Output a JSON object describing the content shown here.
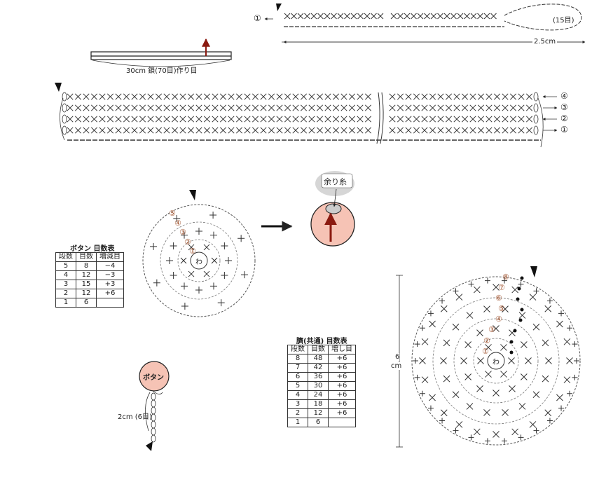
{
  "strip_diagram": {
    "row_label_1": "①",
    "chain_note": "(15目)",
    "width_label": "2.5cm"
  },
  "foundation": {
    "label": "30cm 鎖(70目)作り目"
  },
  "band_rows": [
    "④",
    "③",
    "②",
    "①"
  ],
  "button_diagram": {
    "rounds": [
      "⑤",
      "④",
      "③",
      "②",
      "①"
    ],
    "ring_label": "わ"
  },
  "button_table": {
    "title": "ボタン 目数表",
    "headers": [
      "段数",
      "目数",
      "増減目"
    ],
    "rows": [
      [
        "5",
        "8",
        "−4"
      ],
      [
        "4",
        "12",
        "−3"
      ],
      [
        "3",
        "15",
        "+3"
      ],
      [
        "2",
        "12",
        "+6"
      ],
      [
        "1",
        "6",
        ""
      ]
    ]
  },
  "ball_illustration": {
    "label": "余り糸"
  },
  "button_cord": {
    "ball_label": "ボタン",
    "length_label": "2cm (6目)"
  },
  "navel_table": {
    "title": "臍(共通) 目数表",
    "headers": [
      "段数",
      "目数",
      "増し目"
    ],
    "rows": [
      [
        "8",
        "48",
        "+6"
      ],
      [
        "7",
        "42",
        "+6"
      ],
      [
        "6",
        "36",
        "+6"
      ],
      [
        "5",
        "30",
        "+6"
      ],
      [
        "4",
        "24",
        "+6"
      ],
      [
        "3",
        "18",
        "+6"
      ],
      [
        "2",
        "12",
        "+6"
      ],
      [
        "1",
        "6",
        ""
      ]
    ]
  },
  "navel_diagram": {
    "rounds": [
      "⑧",
      "⑦",
      "⑥",
      "⑤",
      "④",
      "③",
      "②",
      "①"
    ],
    "ring_label": "わ",
    "size_label_value": "6",
    "size_label_unit": "cm"
  },
  "colors": {
    "accent": "#8b1a10",
    "ball_fill": "#f6c3b5",
    "round_num": "#a0522d"
  }
}
